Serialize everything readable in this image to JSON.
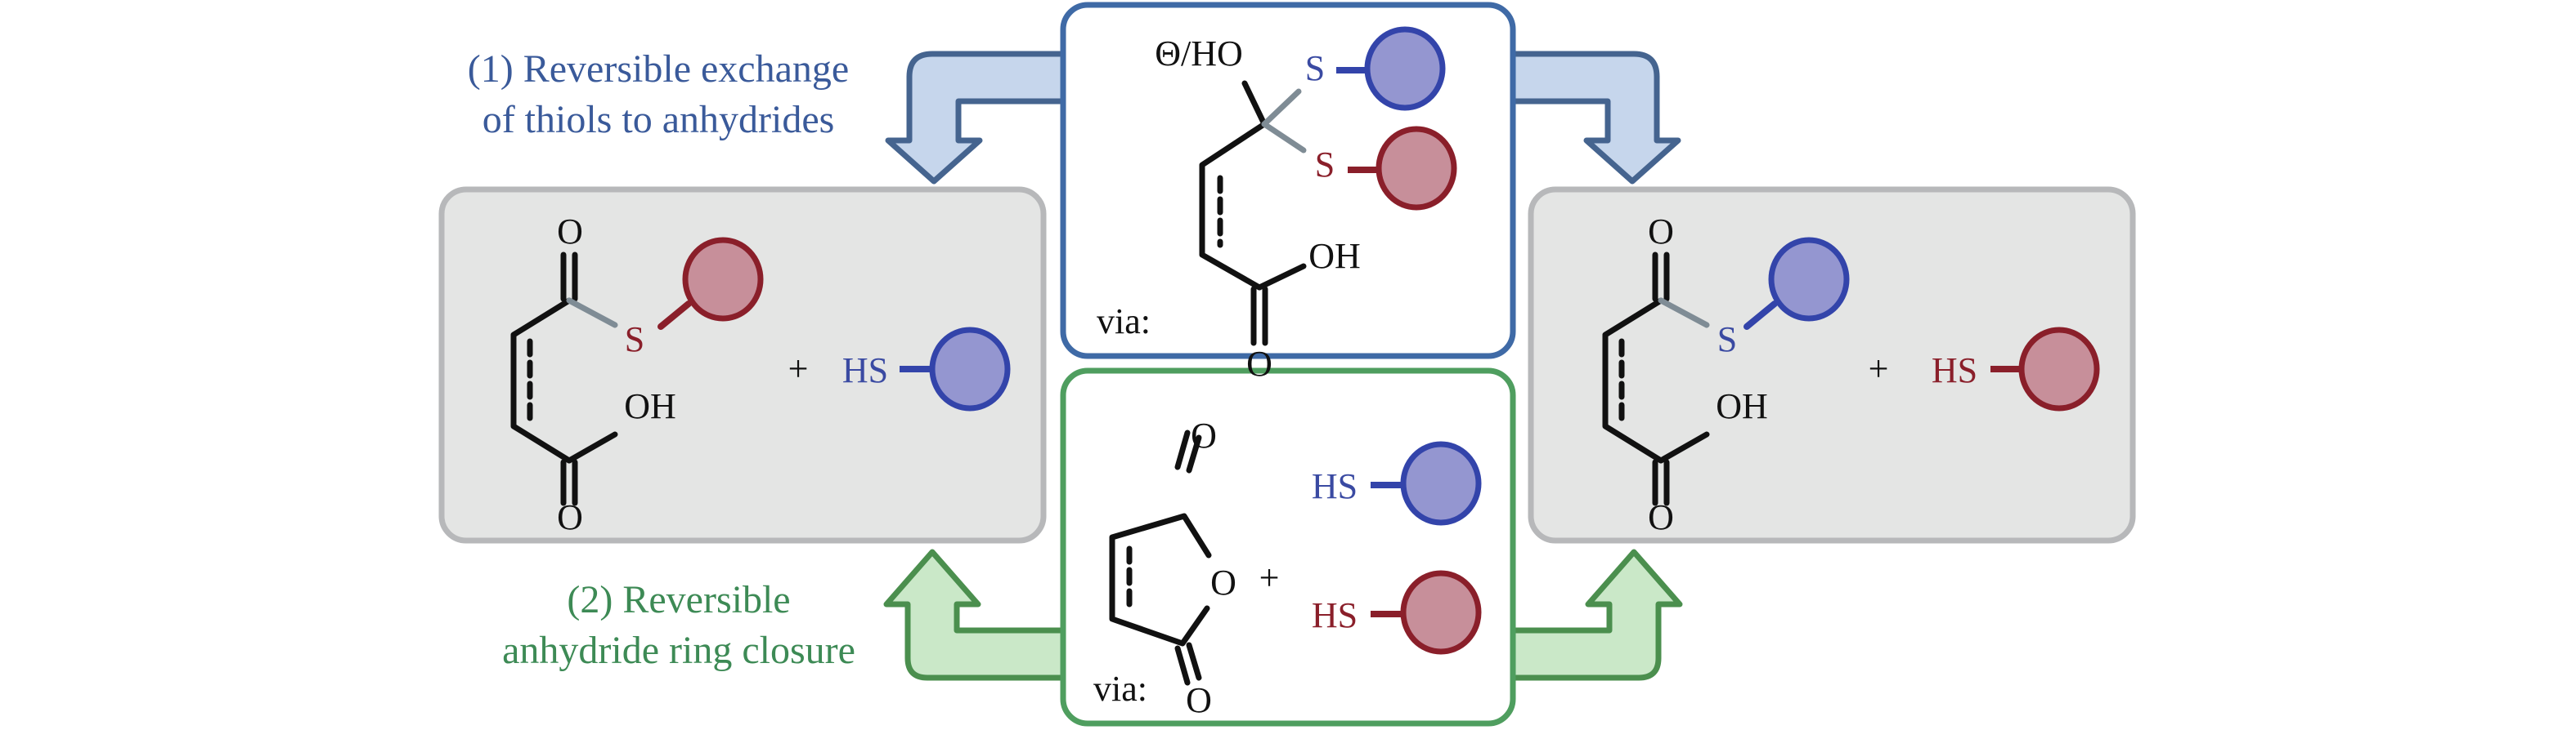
{
  "title": "Thiol exchange to anhydrides scheme",
  "colors": {
    "blue_text": "#3a5a9a",
    "green_text": "#3d8a55",
    "thiol_blue": "#3344aa",
    "thiol_blue_fill": "#9496d0",
    "thiol_red": "#8a1f2a",
    "thiol_red_fill": "#c78f9a",
    "gray_box": "#e4e5e4",
    "blue_box_border": "#3f6aa6",
    "green_box_border": "#4f9e5f",
    "blue_arrow_fill": "#c6d6ec",
    "green_arrow_fill": "#cae8c8"
  },
  "labels": {
    "pathway1_line1": "(1) Reversible exchange",
    "pathway1_line2": "of thiols to anhydrides",
    "pathway2_line1": "(2) Reversible",
    "pathway2_line2": "anhydride ring closure"
  },
  "left_box": {
    "carbonyl_top_o": "O",
    "thioester_s": "S",
    "acid_oh": "OH",
    "carbonyl_bottom_o": "O",
    "plus": "+",
    "free_thiol": "HS"
  },
  "right_box": {
    "carbonyl_top_o": "O",
    "thioester_s": "S",
    "acid_oh": "OH",
    "carbonyl_bottom_o": "O",
    "plus": "+",
    "free_thiol": "HS"
  },
  "intermediate_box": {
    "via": "via:",
    "anion_hydroxy": "Θ/HO",
    "s_blue": "S",
    "s_red": "S",
    "acid_oh": "OH",
    "carbonyl_o": "O"
  },
  "anhydride_box": {
    "via": "via:",
    "o_top": "O",
    "o_ring": "O",
    "o_bottom": "O",
    "plus": "+",
    "thiol_blue": "HS",
    "thiol_red": "HS"
  }
}
